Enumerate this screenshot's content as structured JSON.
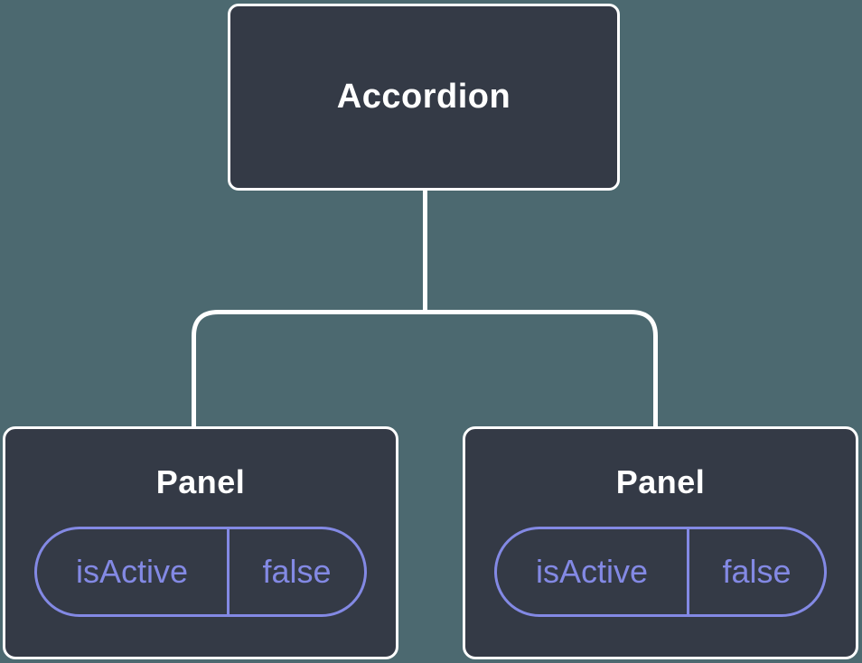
{
  "diagram": {
    "type": "component-tree",
    "colors": {
      "background": "#4C6970",
      "node_fill": "#343A46",
      "node_border": "#FFFFFF",
      "accent_purple": "#8389E4",
      "title_text": "#FFFFFF"
    },
    "root": {
      "label": "Accordion"
    },
    "children": [
      {
        "label": "Panel",
        "state": {
          "key": "isActive",
          "value": "false"
        }
      },
      {
        "label": "Panel",
        "state": {
          "key": "isActive",
          "value": "false"
        }
      }
    ]
  }
}
